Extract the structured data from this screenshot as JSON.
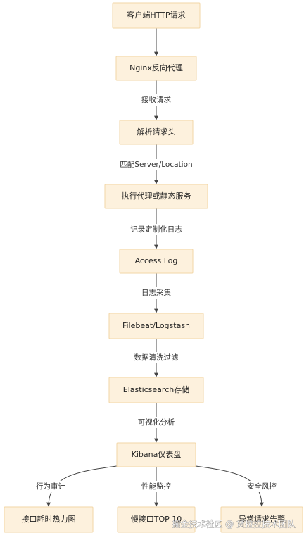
{
  "nodes": [
    {
      "id": "client",
      "label": "客户端HTTP请求"
    },
    {
      "id": "nginx",
      "label": "Nginx反向代理"
    },
    {
      "id": "parse",
      "label": "解析请求头"
    },
    {
      "id": "proxy",
      "label": "执行代理或静态服务"
    },
    {
      "id": "access",
      "label": "Access Log"
    },
    {
      "id": "filebeat",
      "label": "Filebeat/Logstash"
    },
    {
      "id": "es",
      "label": "Elasticsearch存储"
    },
    {
      "id": "kibana",
      "label": "Kibana仪表盘"
    },
    {
      "id": "heatmap",
      "label": "接口耗时热力图"
    },
    {
      "id": "slow",
      "label": "慢接口TOP 10"
    },
    {
      "id": "alert",
      "label": "异常请求告警"
    }
  ],
  "edges": [
    {
      "from": "client",
      "to": "nginx",
      "label": ""
    },
    {
      "from": "nginx",
      "to": "parse",
      "label": "接收请求"
    },
    {
      "from": "parse",
      "to": "proxy",
      "label": "匹配Server/Location"
    },
    {
      "from": "proxy",
      "to": "access",
      "label": "记录定制化日志"
    },
    {
      "from": "access",
      "to": "filebeat",
      "label": "日志采集"
    },
    {
      "from": "filebeat",
      "to": "es",
      "label": "数据清洗过滤"
    },
    {
      "from": "es",
      "to": "kibana",
      "label": "可视化分析"
    },
    {
      "from": "kibana",
      "to": "heatmap",
      "label": "行为审计"
    },
    {
      "from": "kibana",
      "to": "slow",
      "label": "性能监控"
    },
    {
      "from": "kibana",
      "to": "alert",
      "label": "安全风控"
    }
  ],
  "watermark": "掘金技术社区 @ 货拉拉技术团队",
  "colors": {
    "node_fill": "#fdf1dd",
    "node_stroke": "#f2d6a6",
    "edge": "#444444",
    "text": "#222222"
  }
}
